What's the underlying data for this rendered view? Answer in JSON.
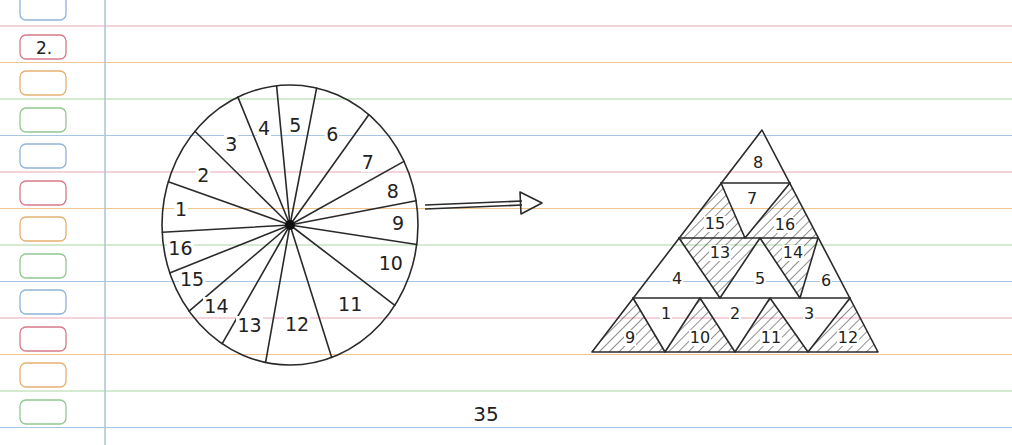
{
  "diagram": {
    "labels": [
      "2.",
      "1",
      "2",
      "3",
      "4",
      "5",
      "6",
      "7",
      "8",
      "9",
      "10",
      "11",
      "12",
      "13",
      "14",
      "15",
      "16",
      "8",
      "15",
      "7",
      "16",
      "4",
      "13",
      "5",
      "14",
      "6",
      "9",
      "1",
      "10",
      "2",
      "11",
      "3",
      "12",
      "35"
    ]
  }
}
